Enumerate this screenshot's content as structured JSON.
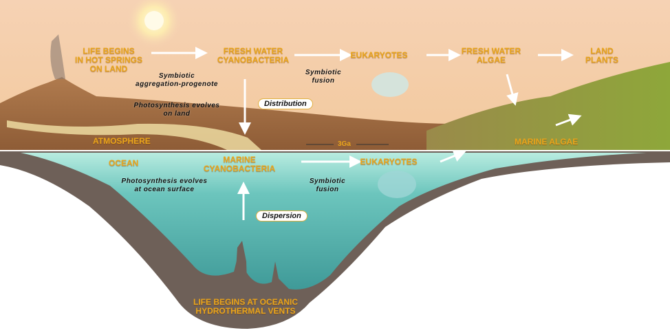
{
  "land": {
    "hot_springs": [
      "LIFE BEGINS",
      "IN HOT SPRINGS",
      "ON LAND"
    ],
    "fresh_water_cyano": [
      "FRESH  WATER",
      "CYANOBACTERIA"
    ],
    "eukaryotes": "EUKARYOTES",
    "fresh_water_algae": [
      "FRESH  WATER",
      "ALGAE"
    ],
    "land_plants": [
      "LAND",
      "PLANTS"
    ],
    "symbiotic_aggregation": [
      "Symbiotic",
      "aggregation-progenote"
    ],
    "symbiotic_fusion": [
      "Symbiotic",
      "fusion"
    ],
    "photosynthesis_land": [
      "Photosynthesis  evolves",
      "on  land"
    ],
    "distribution": "Distribution",
    "atmosphere": "ATMOSPHERE",
    "time_marker": "3Ga",
    "marine_algae": "MARINE  ALGAE"
  },
  "ocean": {
    "ocean": "OCEAN",
    "marine_cyano": [
      "MARINE",
      "CYANOBACTERIA"
    ],
    "photosynthesis_ocean": [
      "Photosynthesis  evolves",
      "at  ocean  surface"
    ],
    "symbiotic_fusion": [
      "Symbiotic",
      "fusion"
    ],
    "eukaryotes": "EUKARYOTES",
    "dispersion": "Dispersion",
    "vents": [
      "LIFE BEGINS AT OCEANIC",
      "HYDROTHERMAL VENTS"
    ]
  },
  "colors": {
    "label": "#e9a51c",
    "water": "#5fbdb5",
    "rock": "#6e6058",
    "sky": "#f7d9bc"
  }
}
